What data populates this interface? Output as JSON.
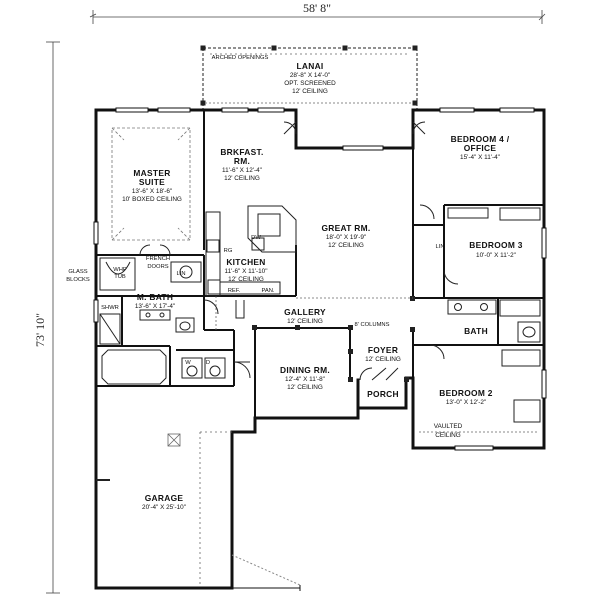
{
  "overall": {
    "width": "58' 8\"",
    "depth": "73' 10\""
  },
  "rooms": {
    "lanai": {
      "name": "LANAI",
      "dims": "28'-8\" X 14'-0\"",
      "note1": "OPT. SCREENED",
      "note2": "12' CEILING",
      "openings": "ARCHED OPENINGS"
    },
    "master": {
      "name1": "MASTER",
      "name2": "SUITE",
      "dims": "13'-6\" X 18'-6\"",
      "note": "10' BOXED CEILING"
    },
    "brkfast": {
      "name1": "BRKFAST.",
      "name2": "RM.",
      "dims": "11'-6\" X 12'-4\"",
      "note": "12' CEILING"
    },
    "great": {
      "name": "GREAT RM.",
      "dims": "18'-0\" X 19'-9\"",
      "note": "12' CEILING"
    },
    "bed4": {
      "name1": "BEDROOM 4 /",
      "name2": "OFFICE",
      "dims": "15'-4\" X 11'-4\""
    },
    "bed3": {
      "name": "BEDROOM 3",
      "dims": "10'-0\" X 11'-2\""
    },
    "kitchen": {
      "name": "KITCHEN",
      "dims": "11'-6\" X 11'-10\"",
      "note": "12' CEILING"
    },
    "mbath": {
      "name": "M. BATH",
      "dims": "13'-6\" X 17'-4\""
    },
    "gallery": {
      "name": "GALLERY",
      "note": "12' CEILING"
    },
    "dining": {
      "name": "DINING RM.",
      "dims": "12'-4\" X 11'-8\"",
      "note": "12' CEILING"
    },
    "foyer": {
      "name": "FOYER",
      "note": "12' CEILING"
    },
    "porch": {
      "name": "PORCH"
    },
    "bath": {
      "name": "BATH"
    },
    "bed2": {
      "name": "BEDROOM 2",
      "dims": "13'-0\" X 12'-2\"",
      "note1": "VAULTED",
      "note2": "CEILING"
    },
    "garage": {
      "name": "GARAGE",
      "dims": "20'-4\" X 25'-10\""
    }
  },
  "labels": {
    "glass1": "GLASS",
    "glass2": "BLOCKS",
    "whp1": "WHP",
    "whp2": "TUB",
    "french1": "FRENCH",
    "french2": "DOORS",
    "lin1": "LIN",
    "lin2": "LIN",
    "shwr": "SHWR",
    "rg": "RG",
    "dw": "DW",
    "ref": "REF.",
    "pan": "PAN.",
    "w": "W",
    "d": "D",
    "columns": "8' COLUMNS"
  }
}
